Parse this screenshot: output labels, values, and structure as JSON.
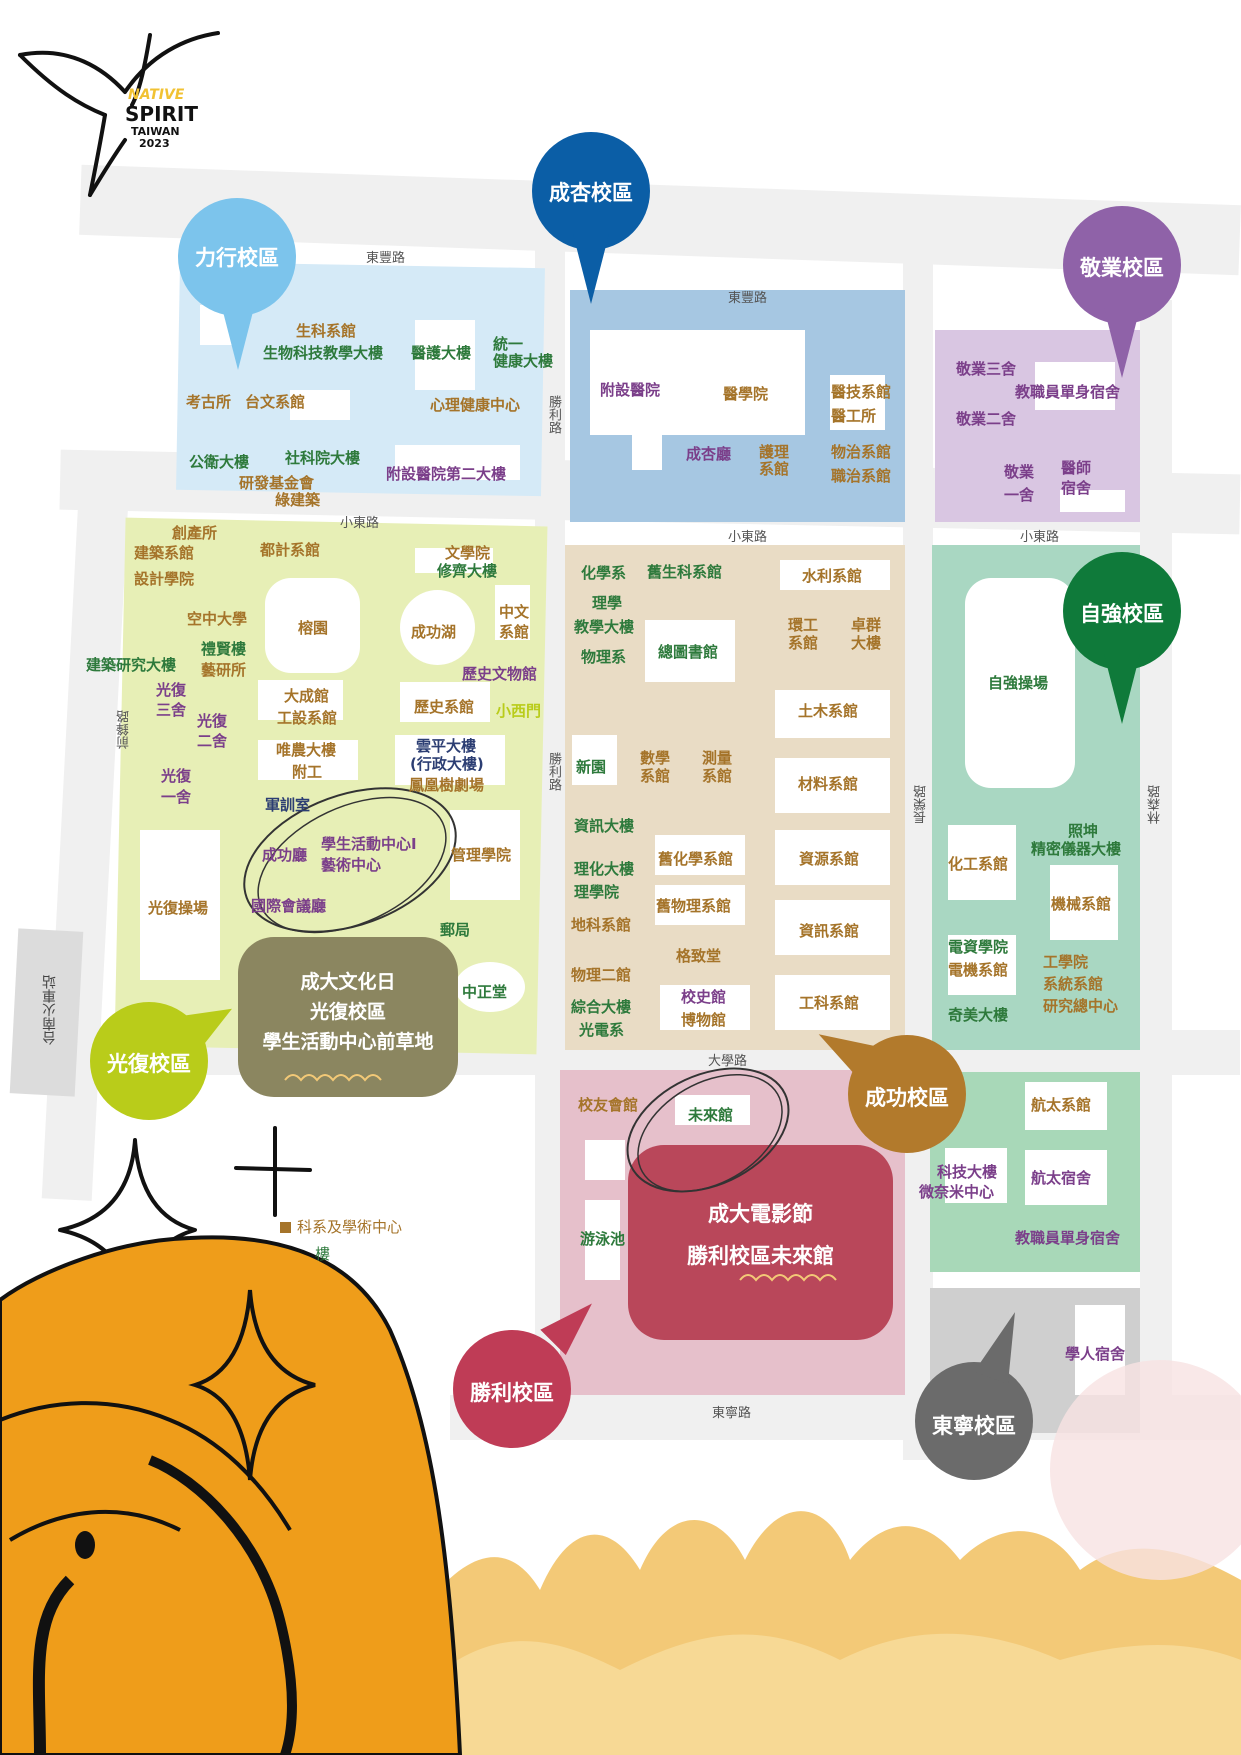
{
  "logo": {
    "line1": "NATIVE",
    "line2": "SPIRIT",
    "line3": "TAIWAN",
    "line4": "2023"
  },
  "colors": {
    "lixing": "#7cc4ec",
    "chengxing": "#0b5ea6",
    "jingye": "#8f62a8",
    "ziqiang": "#0f7a3a",
    "guangfu": "#b9cc1a",
    "chenggong": "#b27a2c",
    "shengli": "#bf3c56",
    "dongning": "#6b6b6b",
    "event1": "#8b8660",
    "event2": "#b9475a",
    "label_brown": "#a5742a",
    "label_green": "#2e7a3c",
    "label_purple": "#7b3f8a",
    "label_dark": "#2c3e73",
    "block_lixing": "#d5eaf7",
    "block_chengxing": "#a6c7e2",
    "block_jingye": "#d9c6e2",
    "block_guangfu": "#e7efb6",
    "block_chenggong": "#e9dcc5",
    "block_ziqiang": "#a9d7c2",
    "block_shengli": "#e6c0cb",
    "block_hangtai": "#a8d8b8",
    "block_dongning": "#cfcfcf"
  },
  "roads": {
    "dongfeng_left": "東豐路",
    "dongfeng_right": "東豐路",
    "xiaodong_left": "小東路",
    "xiaodong_mid": "小東路",
    "xiaodong_right": "小東路",
    "shengli_upper": "勝利路",
    "shengli_lower": "勝利路",
    "qianfeng": "前鋒路",
    "changrong": "長榮路",
    "linsen": "林森路",
    "daxue": "大學路",
    "dongning": "東寧路",
    "station": "台南火車站"
  },
  "campuses": {
    "lixing": "力行校區",
    "chengxing": "成杏校區",
    "jingye": "敬業校區",
    "ziqiang": "自強校區",
    "guangfu": "光復校區",
    "chenggong": "成功校區",
    "shengli": "勝利校區",
    "dongning": "東寧校區"
  },
  "events": {
    "culture": {
      "line1": "成大文化日",
      "line2": "光復校區",
      "line3": "學生活動中心前草地"
    },
    "film": {
      "line1": "成大電影節",
      "line2": "勝利校區未來館"
    }
  },
  "buildings": {
    "lixing": {
      "b1": "生科系館",
      "b2": "生物科技教學大樓",
      "b3": "醫護大樓",
      "b4a": "統一",
      "b4b": "健康大樓",
      "b5": "考古所",
      "b6": "台文系館",
      "b7": "心理健康中心",
      "b8": "公衛大樓",
      "b9": "社科院大樓",
      "b10a": "研發基金會",
      "b10b": "綠建築",
      "b11": "附設醫院第二大樓"
    },
    "chengxing": {
      "b1": "附設醫院",
      "b2": "醫學院",
      "b3a": "醫技系館",
      "b3b": "醫工所",
      "b4": "成杏廳",
      "b5a": "護理",
      "b5b": "系館",
      "b6a": "物治系館",
      "b6b": "職治系館"
    },
    "jingye": {
      "b1": "敬業三舍",
      "b2": "教職員單身宿舍",
      "b3": "敬業二舍",
      "b4a": "敬業",
      "b4b": "一舍",
      "b5a": "醫師",
      "b5b": "宿舍"
    },
    "guangfu": {
      "b1": "創產所",
      "b2": "建築系館",
      "b3": "設計學院",
      "b4": "都計系館",
      "b5a": "文學院",
      "b5b": "修齊大樓",
      "b6": "空中大學",
      "b7": "榕園",
      "b8": "成功湖",
      "b9a": "中文",
      "b9b": "系館",
      "b10a": "禮賢樓",
      "b10b": "藝研所",
      "b11": "建築研究大樓",
      "b12": "歷史文物館",
      "b13a": "光復",
      "b13b": "三舍",
      "b14a": "大成館",
      "b14b": "工設系館",
      "b15a": "光復",
      "b15b": "二舍",
      "b16": "歷史系館",
      "b17": "小西門",
      "b18a": "唯農大樓",
      "b18b": "附工",
      "b19a": "雲平大樓",
      "b19b": "(行政大樓)",
      "b20": "鳳凰樹劇場",
      "b21a": "光復",
      "b21b": "一舍",
      "b22": "軍訓室",
      "b23a": "學生活動中心I",
      "b23b": "藝術中心",
      "b24": "成功廳",
      "b25": "管理學院",
      "b26": "光復操場",
      "b27": "國際會議廳",
      "b28": "郵局",
      "b29": "中正堂"
    },
    "chenggong": {
      "b1": "化學系",
      "b2": "舊生科系館",
      "b3": "水利系館",
      "b4a": "理學",
      "b4b": "教學大樓",
      "b5": "物理系",
      "b6": "總圖書館",
      "b7a": "環工",
      "b7b": "系館",
      "b8a": "卓群",
      "b8b": "大樓",
      "b9": "土木系館",
      "b10": "新園",
      "b11a": "數學",
      "b11b": "系館",
      "b12a": "測量",
      "b12b": "系館",
      "b13": "材料系館",
      "b14": "資訊大樓",
      "b15": "舊化學系館",
      "b16": "資源系館",
      "b17": "理化大樓",
      "b18": "理學院",
      "b19": "舊物理系館",
      "b20": "地科系館",
      "b21": "資訊系館",
      "b22": "格致堂",
      "b23": "物理二館",
      "b24a": "校史館",
      "b24b": "博物館",
      "b25": "綜合大樓",
      "b26": "光電系",
      "b27": "工科系館"
    },
    "ziqiang": {
      "b1": "自強操場",
      "b2a": "照坤",
      "b2b": "精密儀器大樓",
      "b3": "化工系館",
      "b4": "機械系館",
      "b5a": "電資學院",
      "b5b": "電機系館",
      "b6a": "工學院",
      "b6b": "系統系館",
      "b6c": "研究總中心",
      "b7": "奇美大樓"
    },
    "shengli": {
      "b1": "校友會館",
      "b2": "未來館",
      "b3": "游泳池",
      "b4": "科系及學術中心",
      "b5": "樓"
    },
    "hangtai": {
      "b1": "航太系館",
      "b2a": "科技大樓",
      "b2b": "微奈米中心",
      "b3": "航太宿舍",
      "b4": "教職員單身宿舍"
    },
    "dongning": {
      "b1": "學人宿舍"
    }
  }
}
